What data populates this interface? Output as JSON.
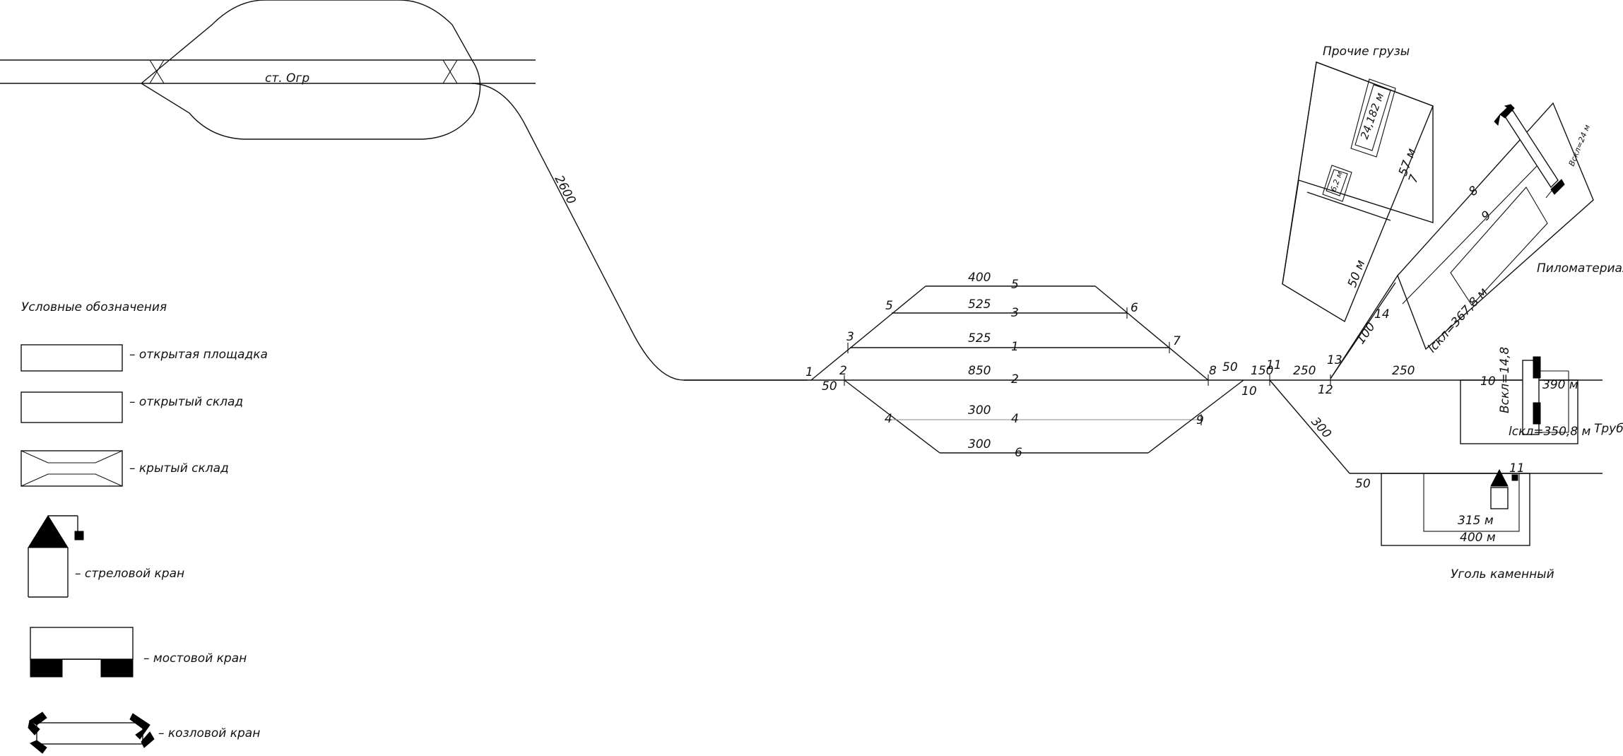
{
  "station": {
    "name": "ст. Огр"
  },
  "connector": {
    "length": "2600"
  },
  "tracks": {
    "n1": "1",
    "n2": "2",
    "n50": "50",
    "t5": {
      "len": "400",
      "num": "5"
    },
    "t3": {
      "len": "525",
      "num": "3"
    },
    "t1": {
      "len": "525",
      "num": "1"
    },
    "t2": {
      "len": "850",
      "num": "2"
    },
    "t4": {
      "len": "300",
      "num": "4"
    },
    "t6": {
      "len": "300",
      "num": "6"
    },
    "sw3": "3",
    "sw4": "4",
    "sw5": "5",
    "sw6": "6",
    "sw7": "7",
    "sw8": "8",
    "sw9": "9",
    "s50b": "50",
    "s10": "10",
    "s150": "150",
    "s11": "11",
    "s250": "250",
    "s13": "13",
    "s12": "12",
    "s250b": "250",
    "s14": "14",
    "s100": "100",
    "s300": "300",
    "s50c": "50",
    "s11b": "11",
    "s10b": "10"
  },
  "zones": {
    "other": {
      "title": "Прочие грузы",
      "dim1": "24,182 м",
      "dim2": "6,2 м",
      "len1": "57 м",
      "num": "7",
      "len2": "50 м"
    },
    "timber": {
      "title": "Пиломатериалы",
      "t8": "8",
      "t9": "9",
      "lskl": "lскл=367,8 м",
      "bskl": "Bскл=24 м"
    },
    "pipes": {
      "title": "Трубы",
      "bskl": "Bскл=14,8",
      "lskl": "lскл=350,8 м",
      "len": "390 м"
    },
    "coal": {
      "title": "Уголь каменный",
      "inner": "315 м",
      "outer": "400 м"
    }
  },
  "legend": {
    "title": "Условные обозначения",
    "open_area": "– открытая площадка",
    "open_store": "– открытый склад",
    "covered_store": "– крытый склад",
    "jib_crane": "– стреловой кран",
    "bridge_crane": "– мостовой кран",
    "gantry_crane": "– козловой кран"
  }
}
